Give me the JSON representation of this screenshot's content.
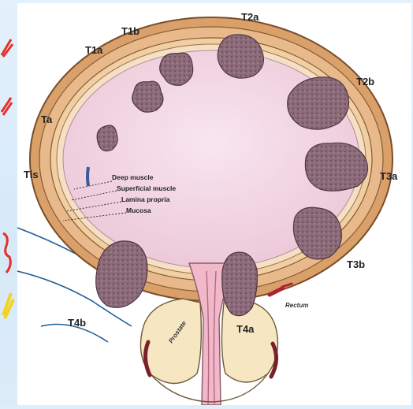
{
  "stage_labels": {
    "t2a": "T2a",
    "t1b": "T1b",
    "t1a": "T1a",
    "t2b": "T2b",
    "ta": "Ta",
    "tis": "Tis",
    "t3a": "T3a",
    "t3b": "T3b",
    "t4b": "T4b",
    "t4a": "T4a"
  },
  "layer_labels": {
    "deep_muscle": "Deep muscle",
    "superficial_muscle": "Superficial muscle",
    "lamina_propria": "Lamina propria",
    "mucosa": "Mucosa"
  },
  "organ_labels": {
    "prostate": "Prostate",
    "rectum": "Rectum"
  },
  "colors": {
    "bladder_wall_outer": "#d9a06a",
    "bladder_wall_inner": "#f0cfa3",
    "lumen": "#f3dbe6",
    "tumor": "#8c6a78",
    "tumor_dark": "#5e4350",
    "accent_red": "#e5312a",
    "accent_yellow": "#f4d21f"
  }
}
